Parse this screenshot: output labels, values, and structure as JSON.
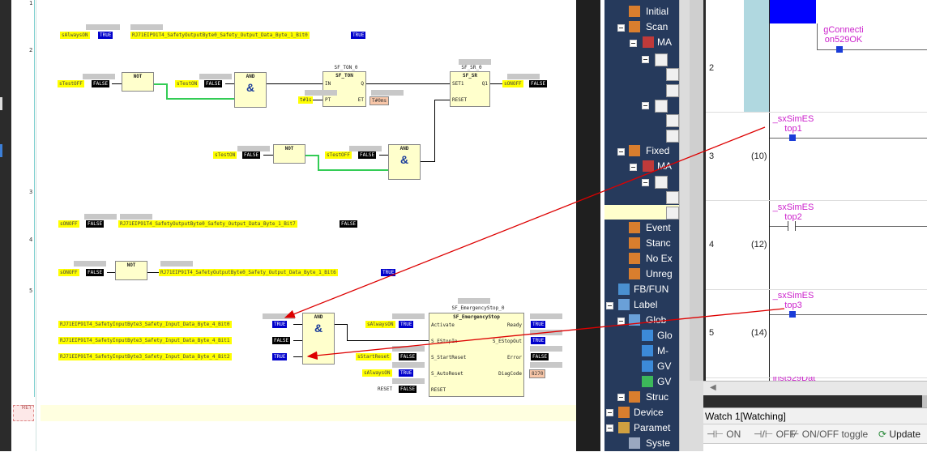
{
  "fbd": {
    "rows": [
      "1",
      "2",
      "3",
      "4",
      "5"
    ],
    "r1": {
      "var": "sAlwaysON",
      "val": "TRUE",
      "out": "RJ71EIP91T4_SafetyOutputByte0_Safety_Output_Data_Byte_1_Bit0",
      "outval": "TRUE"
    },
    "r2": {
      "in1": "sTestOFF",
      "in1val": "FALSE",
      "not": "NOT",
      "in2": "sTestON",
      "in2val": "FALSE",
      "and": "AND",
      "amp": "&",
      "ton_inst": "SF_TON_0",
      "ton_type": "SF_TON",
      "ton_in": "IN",
      "ton_q": "Q",
      "ton_pt": "PT",
      "ton_et": "ET",
      "pt": "t#1s",
      "et": "T#0ms",
      "sr_inst": "SF_SR_0",
      "sr_type": "SF_SR",
      "sr_set": "SET1",
      "sr_q": "Q1",
      "sr_reset": "RESET",
      "out": "sONOFF",
      "outval": "FALSE",
      "in3": "sTestON",
      "in3val": "FALSE",
      "not2": "NOT",
      "in4": "sTestOFF",
      "in4val": "FALSE",
      "and2": "AND",
      "amp2": "&"
    },
    "r3": {
      "var": "sONOFF",
      "val": "FALSE",
      "out": "RJ71EIP91T4_SafetyOutputByte0_Safety_Output_Data_Byte_1_Bit7",
      "outval": "FALSE"
    },
    "r4": {
      "var": "sONOFF",
      "val": "FALSE",
      "not": "NOT",
      "out": "RJ71EIP91T4_SafetyOutputByte0_Safety_Output_Data_Byte_1_Bit6",
      "outval": "TRUE"
    },
    "r5": {
      "in1": "RJ71EIP91T4_SafetyInputByte3_Safety_Input_Data_Byte_4_Bit0",
      "in1val": "TRUE",
      "in2": "RJ71EIP91T4_SafetyInputByte3_Safety_Input_Data_Byte_4_Bit1",
      "in2val": "FALSE",
      "in3": "RJ71EIP91T4_SafetyInputByte3_Safety_Input_Data_Byte_4_Bit2",
      "in3val": "TRUE",
      "and": "AND",
      "amp": "&",
      "es_inst": "SF_EmergencyStop_0",
      "es_type": "SF_EmergencyStop",
      "p_activate": "Activate",
      "p_ready": "Ready",
      "p_estopin": "S_EStopIn",
      "p_estopout": "S_EStopOut",
      "p_startreset": "S_StartReset",
      "p_error": "Error",
      "p_autoreset": "S_AutoReset",
      "p_diag": "DiagCode",
      "p_reset": "RESET",
      "v_activate": "sAlwaysON",
      "v_activate_val": "TRUE",
      "v_start": "sStartReset",
      "v_start_val": "FALSE",
      "v_auto": "sAlwaysON",
      "v_auto_val": "TRUE",
      "v_reset": "RESET",
      "v_reset_val": "FALSE",
      "ready_val": "TRUE",
      "estopout_val": "TRUE",
      "error_val": "FALSE",
      "diag_val": "8270"
    },
    "ret": "RET"
  },
  "nav": {
    "items": [
      {
        "label": "Initial"
      },
      {
        "label": "Scan"
      },
      {
        "label": "MA"
      },
      {
        "label": "Fixed"
      },
      {
        "label": "MA"
      },
      {
        "label": "Event"
      },
      {
        "label": "Stanc"
      },
      {
        "label": "No Ex"
      },
      {
        "label": "Unreg"
      },
      {
        "label": "FB/FUN"
      },
      {
        "label": "Label"
      },
      {
        "label": "Glob"
      },
      {
        "label": "Glo"
      },
      {
        "label": "M-"
      },
      {
        "label": "GV"
      },
      {
        "label": "GV"
      },
      {
        "label": "Struc"
      },
      {
        "label": "Device"
      },
      {
        "label": "Paramet"
      },
      {
        "label": "Syste"
      }
    ]
  },
  "ladder": {
    "rows": [
      {
        "num": "2",
        "step": ""
      },
      {
        "num": "3",
        "step": "(10)"
      },
      {
        "num": "4",
        "step": "(12)"
      },
      {
        "num": "5",
        "step": "(14)"
      }
    ],
    "labels": {
      "conn1": "gConnecti",
      "conn2": "on529OK",
      "es1a": "_sxSimES",
      "es1b": "top1",
      "es2a": "_sxSimES",
      "es2b": "top2",
      "es3a": "_sxSimES",
      "es3b": "top3",
      "cut": "inst529Dat"
    }
  },
  "watch": {
    "title": "Watch 1[Watching]",
    "on": "ON",
    "off": "OFF",
    "toggle": "ON/OFF toggle",
    "update": "Update"
  },
  "colors": {
    "nav_bg": "#263a5c",
    "true_bg": "#0000cc",
    "false_bg": "#000000",
    "var_bg": "#ffff00",
    "arrow": "#dd0000",
    "ladder_contact": "#cc22cc"
  }
}
